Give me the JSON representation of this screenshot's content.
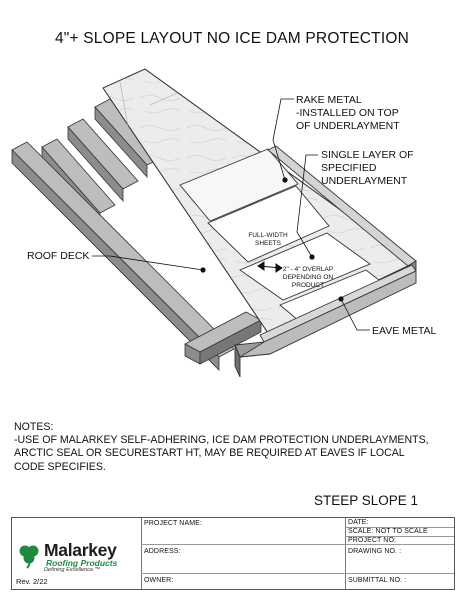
{
  "title": "4\"+ SLOPE LAYOUT NO ICE DAM PROTECTION",
  "labels": {
    "rake_metal": [
      "RAKE METAL",
      "-INSTALLED ON TOP",
      "OF UNDERLAYMENT"
    ],
    "single_layer": [
      "SINGLE LAYER OF",
      "SPECIFIED",
      "UNDERLAYMENT"
    ],
    "full_width": [
      "FULL-WIDTH",
      "SHEETS"
    ],
    "roof_deck": "ROOF DECK",
    "overlap": [
      "2\" - 4\" OVERLAP",
      "DEPENDING ON",
      "PRODUCT"
    ],
    "eave_metal": "EAVE METAL"
  },
  "notes": {
    "heading": "NOTES:",
    "lines": [
      "-USE OF MALARKEY SELF-ADHERING, ICE DAM PROTECTION UNDERLAYMENTS,",
      "ARCTIC SEAL OR SECURESTART HT, MAY BE REQUIRED AT EAVES IF LOCAL",
      "CODE SPECIFIES."
    ]
  },
  "sheet_name": "STEEP SLOPE 1",
  "title_block": {
    "project_name": "PROJECT NAME:",
    "address": "ADDRESS:",
    "owner": "OWNER:",
    "date": "DATE:",
    "scale": "SCALE:  NOT TO SCALE",
    "project_no": "PROJECT NO:",
    "drawing_no": "DRAWING NO. :",
    "submittal_no": "SUBMITTAL NO. :",
    "revision": "Rev. 2/22"
  },
  "logo": {
    "name": "Malarkey",
    "sub": "Roofing Products",
    "tagline": "Defining Excellence.™",
    "icon": "shamrock-icon",
    "brand_color": "#1f8a3d"
  }
}
